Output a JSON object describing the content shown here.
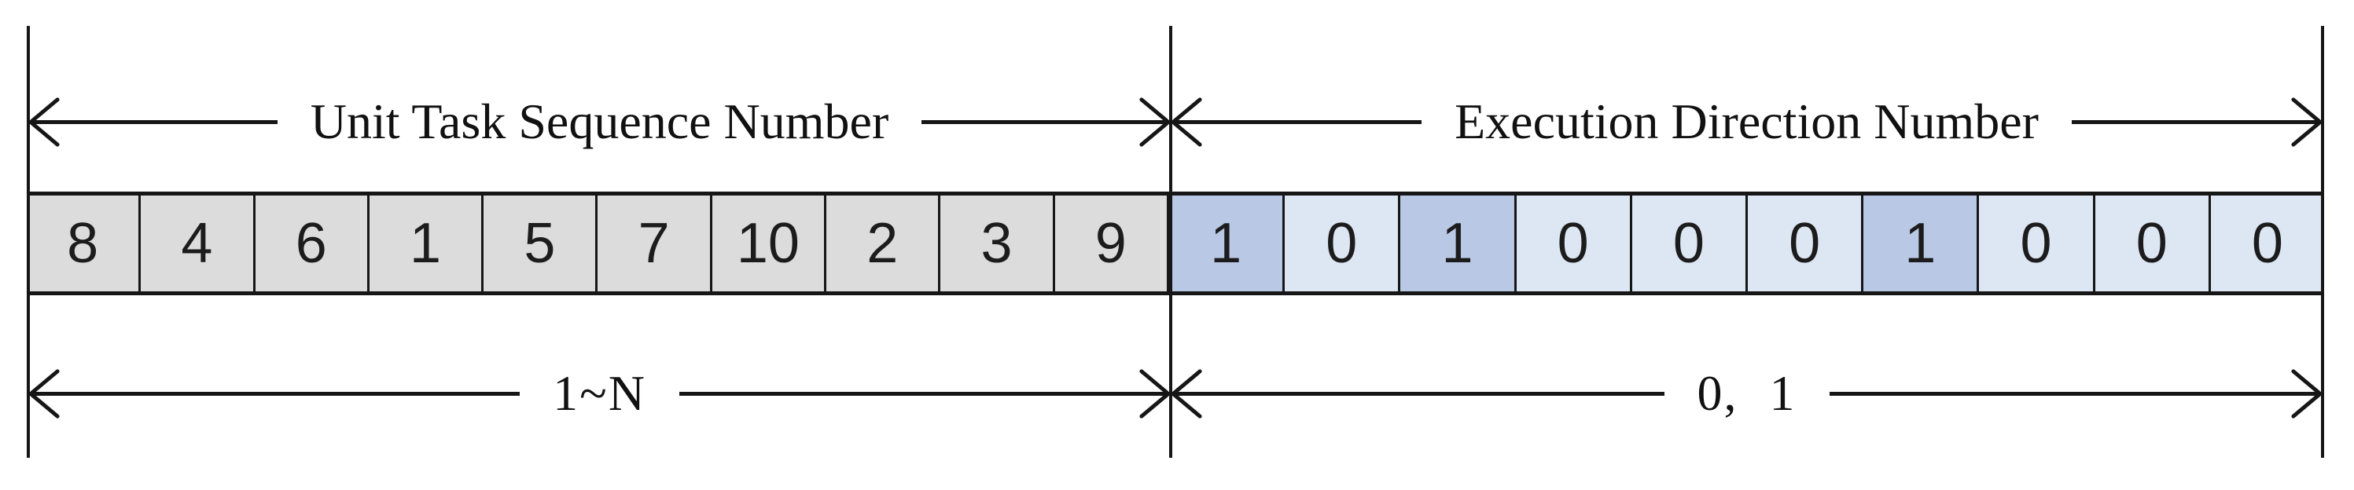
{
  "labels": {
    "unit_task_sequence": "Unit Task Sequence Number",
    "execution_direction": "Execution Direction Number",
    "sequence_range": "1~N",
    "direction_range": "0, 1"
  },
  "strip": {
    "sections": [
      {
        "id": "sequence",
        "label": "Unit Task Sequence Number",
        "values": [
          "8",
          "4",
          "6",
          "1",
          "5",
          "7",
          "10",
          "2",
          "3",
          "9"
        ]
      },
      {
        "id": "direction",
        "label": "Execution Direction Number",
        "values": [
          "1",
          "0",
          "1",
          "0",
          "0",
          "0",
          "1",
          "0",
          "0",
          "0"
        ]
      }
    ]
  },
  "colors": {
    "sequence_cell": "#dcdcdc",
    "direction_one_cell": "#b9c9e5",
    "direction_zero_cell": "#dde6f3",
    "line": "#161616",
    "text": "#111111"
  }
}
